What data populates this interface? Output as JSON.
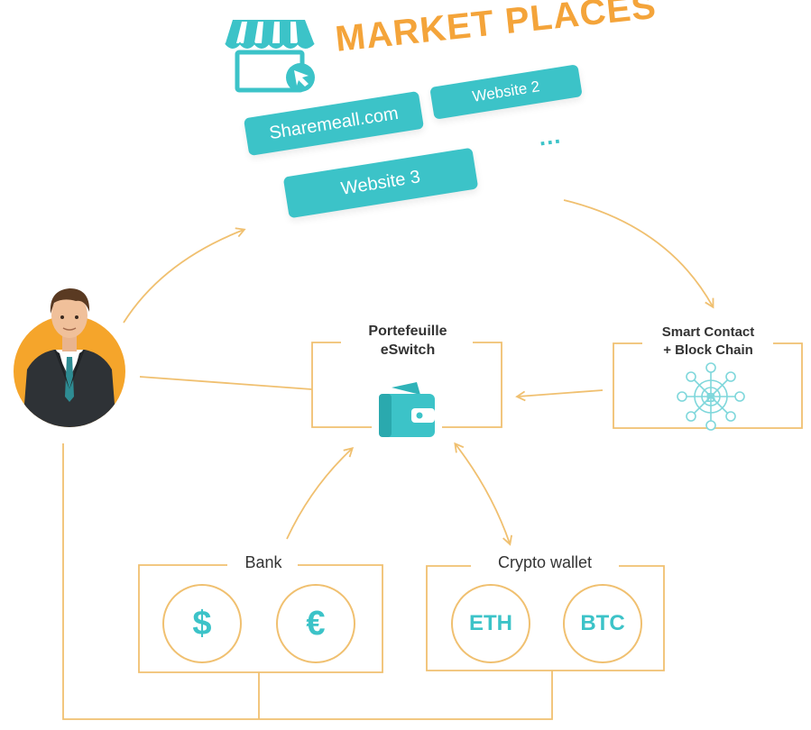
{
  "marketplace": {
    "title": "MARKET PLACES",
    "sites": [
      "Sharemeall.com",
      "Website 2",
      "Website 3"
    ],
    "more": "..."
  },
  "wallet": {
    "label_line1": "Portefeuille",
    "label_line2": "eSwitch"
  },
  "smart_contract": {
    "label_line1": "Smart Contact",
    "label_line2": "+ Block Chain"
  },
  "bank": {
    "label": "Bank",
    "symbols": [
      "$",
      "€"
    ]
  },
  "crypto": {
    "label": "Crypto wallet",
    "symbols": [
      "ETH",
      "BTC"
    ]
  },
  "colors": {
    "accent": "#f4a43a",
    "teal": "#3cc3c8",
    "line": "#f0c070",
    "text": "#333333"
  },
  "icons": [
    "shop-awning-icon",
    "cursor-arrow-icon",
    "user-avatar-icon",
    "wallet-icon",
    "bitcoin-network-icon"
  ]
}
